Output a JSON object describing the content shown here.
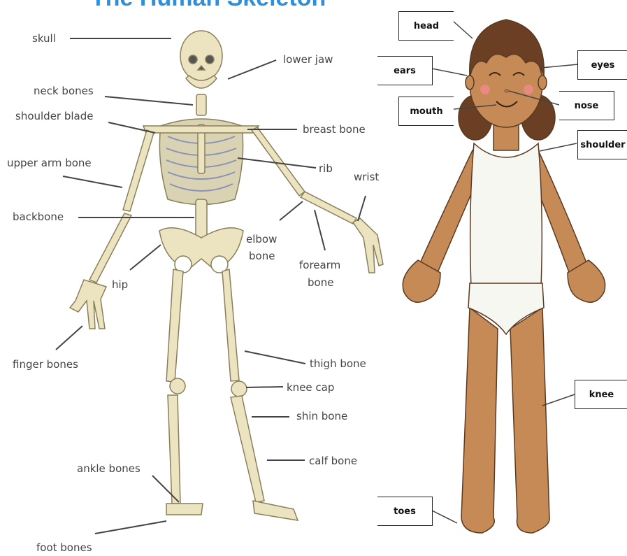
{
  "title": "The Human Skeleton",
  "skeleton_labels": {
    "skull": "skull",
    "lower_jaw": "lower jaw",
    "neck_bones": "neck bones",
    "shoulder_blade": "shoulder blade",
    "breast_bone": "breast bone",
    "upper_arm_bone": "upper arm bone",
    "rib": "rib",
    "wrist": "wrist",
    "backbone": "backbone",
    "elbow_bone_1": "elbow",
    "elbow_bone_2": "bone",
    "forearm_bone_1": "forearm",
    "forearm_bone_2": "bone",
    "hip": "hip",
    "finger_bones": "finger bones",
    "thigh_bone": "thigh bone",
    "knee_cap": "knee cap",
    "shin_bone": "shin bone",
    "calf_bone": "calf bone",
    "ankle_bones": "ankle bones",
    "foot_bones": "foot bones"
  },
  "body_labels": {
    "head": "head",
    "ears": "ears",
    "eyes": "eyes",
    "mouth": "mouth",
    "nose": "nose",
    "shoulder": "shoulder",
    "knee": "knee",
    "toes": "toes"
  },
  "colors": {
    "title": "#2f8fd8",
    "bone": "#ece4c0",
    "bone_outline": "#8a7f5a",
    "skin": "#c68a56",
    "hair": "#6b3f23",
    "underwear": "#f7f7f2"
  }
}
